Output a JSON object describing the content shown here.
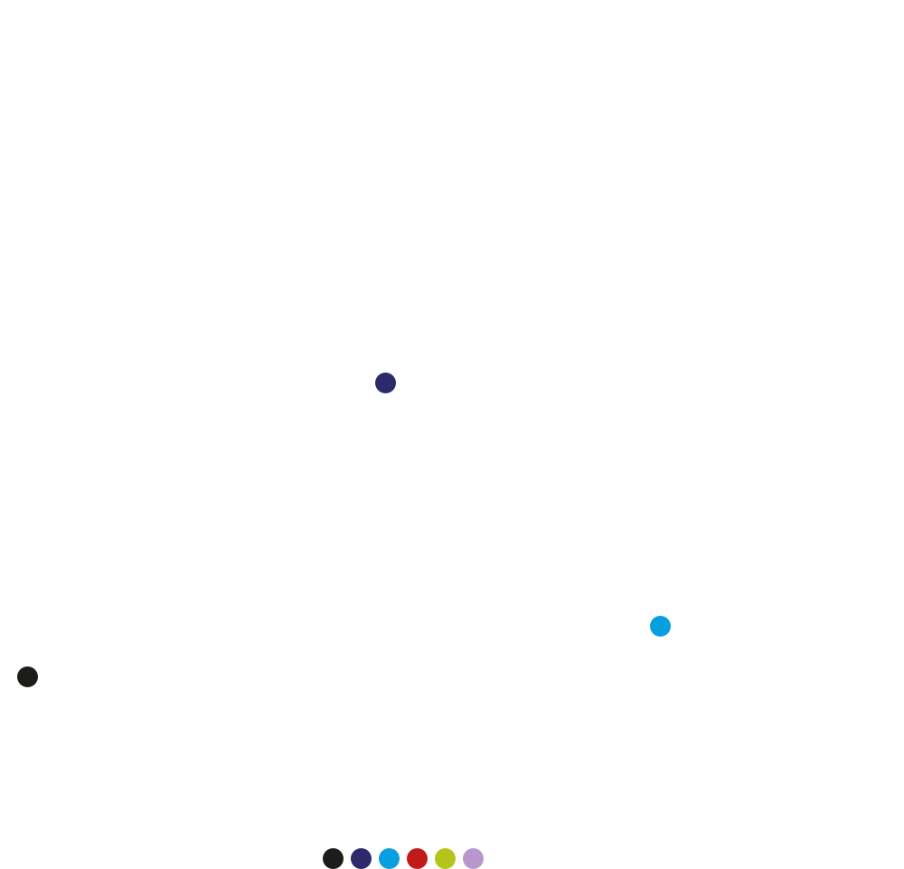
{
  "board": {
    "tokens": [
      {
        "name": "navy",
        "color": "#2d2a6b"
      },
      {
        "name": "cyan",
        "color": "#079fe0"
      },
      {
        "name": "black",
        "color": "#1c1c1a"
      }
    ]
  },
  "palette": {
    "colors": [
      {
        "name": "black",
        "color": "#1c1c1a"
      },
      {
        "name": "navy",
        "color": "#2d2a6b"
      },
      {
        "name": "cyan",
        "color": "#079fe0"
      },
      {
        "name": "red",
        "color": "#c01b1a"
      },
      {
        "name": "lime",
        "color": "#b4c41a"
      },
      {
        "name": "lilac",
        "color": "#b898cc"
      }
    ]
  }
}
